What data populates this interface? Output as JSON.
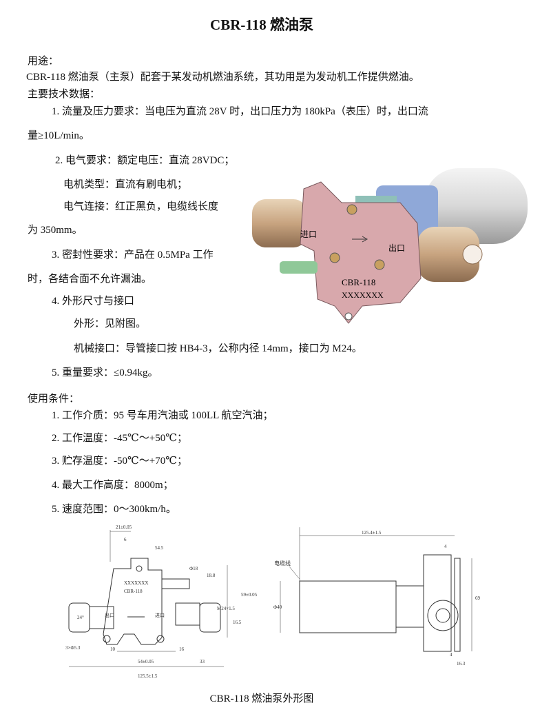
{
  "title": "CBR-118 燃油泵",
  "usage": {
    "heading": "用途：",
    "text": "CBR-118 燃油泵（主泵）配套于某发动机燃油系统，其功用是为发动机工作提供燃油。"
  },
  "tech": {
    "heading": "主要技术数据：",
    "lines": [
      "1.  流量及压力要求：当电压为直流 28V 时，出口压力为 180kPa（表压）时，出口流",
      "量≥10L/min。",
      "2. 电气要求：额定电压：直流 28VDC；",
      "电机类型：直流有刷电机；",
      "电气连接：红正黑负，电缆线长度",
      "为 350mm。",
      "3.  密封性要求：产品在 0.5MPa 工作",
      "时，各结合面不允许漏油。",
      "4.  外形尺寸与接口",
      "外形：见附图。",
      "机械接口：导管接口按 HB4-3，公称内径 14mm，接口为 M24。",
      "5.  重量要求：≤0.94kg。"
    ]
  },
  "conditions": {
    "heading": "使用条件：",
    "items": [
      "1.  工作介质：95 号车用汽油或 100LL 航空汽油；",
      "2.  工作温度：-45℃～+50℃；",
      "3.  贮存温度：-50℃～+70℃；",
      "4.  最大工作高度：8000m；",
      "5.  速度范围：0～300km/h。"
    ]
  },
  "photo": {
    "inlet": "进口",
    "outlet": "出口",
    "model": "CBR-118",
    "serial": "XXXXXXX"
  },
  "drawing_front": {
    "dims": [
      "21±0.05",
      "6",
      "54.5",
      "Φ18",
      "18.8",
      "59±0.05",
      "M24×1.5",
      "16.5",
      "24°",
      "3×Φ5.3",
      "10",
      "16",
      "54±0.05",
      "33",
      "125.5±1.5"
    ],
    "inlet": "进口",
    "outlet": "出口",
    "model": "CBR-118",
    "serial": "XXXXXXX"
  },
  "drawing_side": {
    "dims": [
      "125.4±1.5",
      "4",
      "69",
      "Φ40",
      "4",
      "16.3"
    ],
    "cable_label": "电缆线"
  },
  "caption": "CBR-118 燃油泵外形图"
}
